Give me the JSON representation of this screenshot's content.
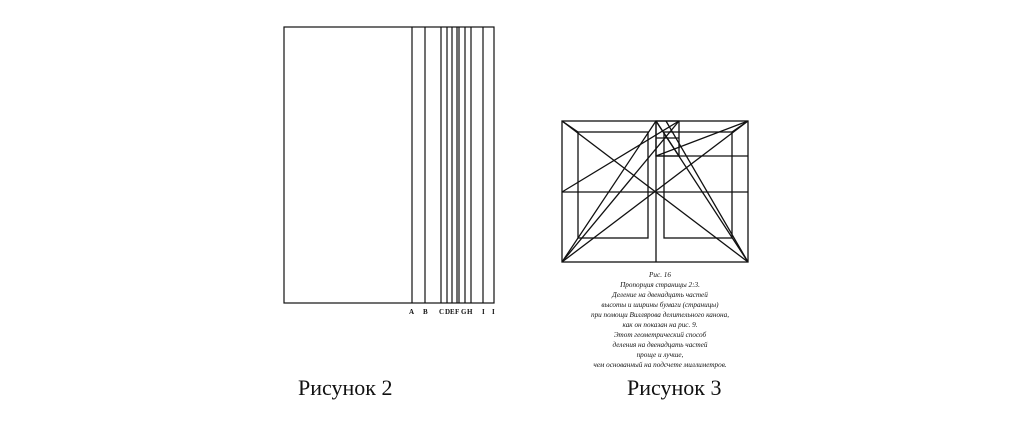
{
  "figure2": {
    "label": "Рисунок 2",
    "line_letters": [
      "A",
      "B",
      "C",
      "D",
      "E",
      "F",
      "G",
      "H",
      "I",
      "I"
    ]
  },
  "figure3": {
    "label": "Рисунок 3",
    "caption_lines": [
      "Рис. 16",
      "Пропорция страницы 2:3.",
      "Деление на двенадцать частей",
      "высоты и ширины бумаги (страницы)",
      "при помощи Виллярова делительного канона,",
      "как он показан на рис. 9.",
      "Этот геометрический способ",
      "деления на двенадцать частей",
      "проще и лучше,",
      "чем основанный на подсчете миллиметров."
    ]
  }
}
